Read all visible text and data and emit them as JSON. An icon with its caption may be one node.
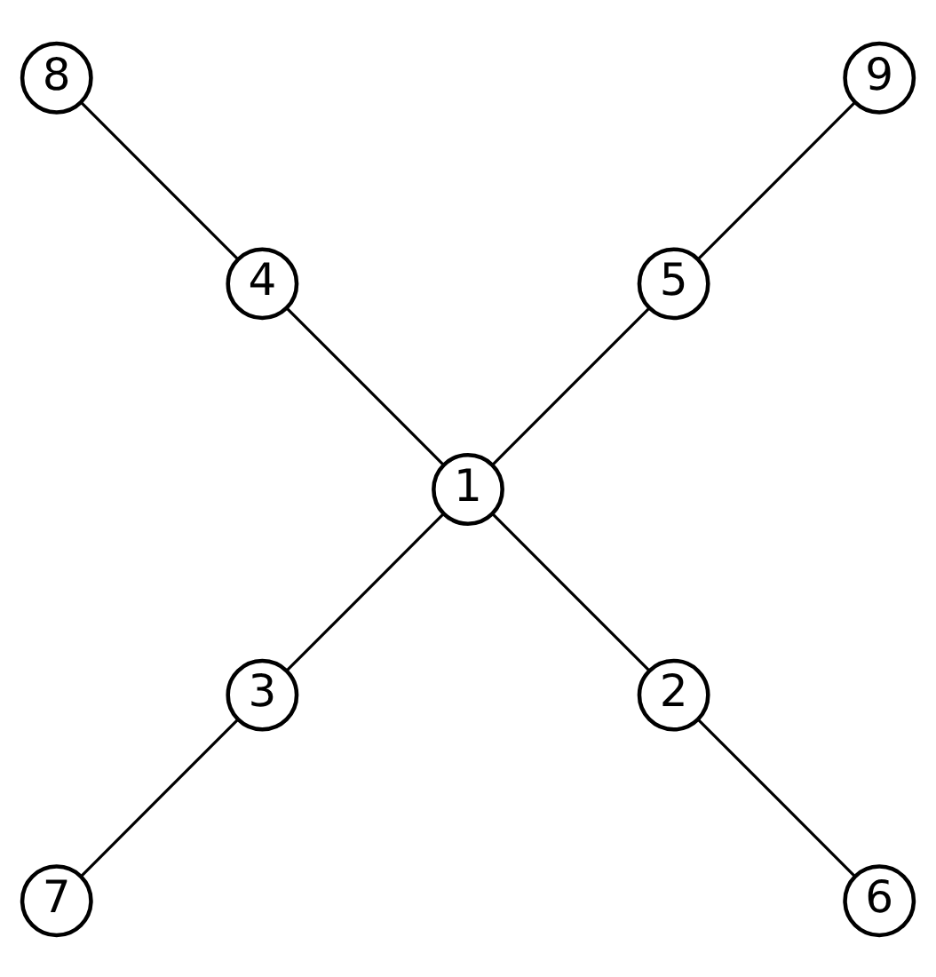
{
  "diagram": {
    "nodes": [
      {
        "text": [
          "1"
        ]
      },
      {
        "text": [
          "2"
        ]
      },
      {
        "text": [
          "3"
        ]
      },
      {
        "text": [
          "4"
        ]
      },
      {
        "text": [
          "5"
        ]
      },
      {
        "text": [
          "6"
        ]
      },
      {
        "text": [
          "7"
        ]
      },
      {
        "text": [
          "8"
        ]
      },
      {
        "text": [
          "9"
        ]
      }
    ],
    "edges": [
      {
        "from": 0,
        "to": 1,
        "arrow": "none"
      },
      {
        "from": 0,
        "to": 2,
        "arrow": "none"
      },
      {
        "from": 0,
        "to": 3,
        "arrow": "none"
      },
      {
        "from": 0,
        "to": 4,
        "arrow": "none"
      },
      {
        "from": 1,
        "to": 5,
        "arrow": "none"
      },
      {
        "from": 2,
        "to": 6,
        "arrow": "none"
      },
      {
        "from": 3,
        "to": 7,
        "arrow": "none"
      },
      {
        "from": 4,
        "to": 8,
        "arrow": "none"
      }
    ]
  }
}
